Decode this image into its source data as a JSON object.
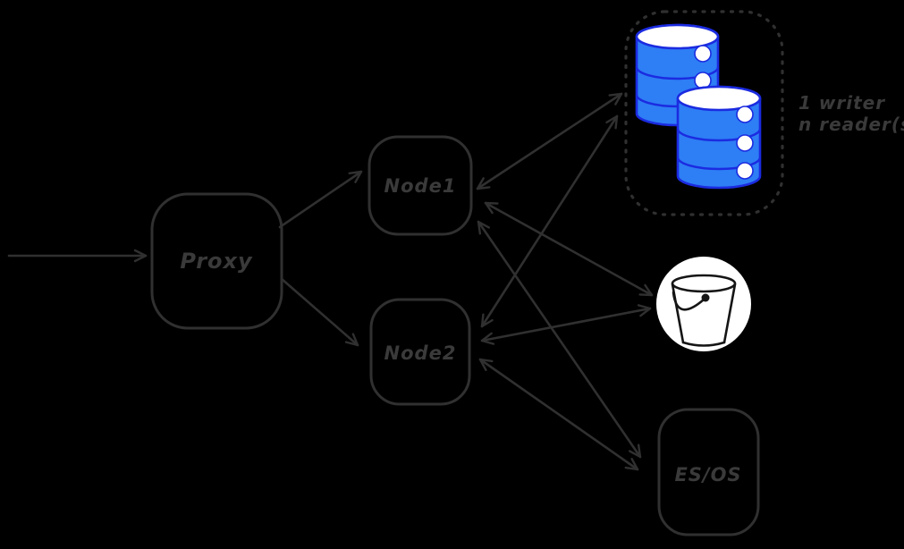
{
  "colors": {
    "background": "#000000",
    "stroke": "#303030",
    "text": "#3a3a3a",
    "db_fill": "#2e7ef5",
    "db_stroke": "#1b2be0",
    "bucket_bg": "#ffffff",
    "bucket_stroke": "#151515"
  },
  "nodes": {
    "proxy": {
      "label": "Proxy"
    },
    "node1": {
      "label": "Node1"
    },
    "node2": {
      "label": "Node2"
    },
    "esos": {
      "label": "ES/OS"
    },
    "db_cluster": {
      "annotation_line1": "1 writer",
      "annotation_line2": "n reader(s)"
    }
  },
  "icons": {
    "database_cluster": "database-cluster-icon",
    "bucket": "bucket-icon"
  },
  "edges": [
    {
      "from": "client",
      "to": "proxy",
      "direction": "one-way"
    },
    {
      "from": "proxy",
      "to": "node1",
      "direction": "one-way"
    },
    {
      "from": "proxy",
      "to": "node2",
      "direction": "one-way"
    },
    {
      "from": "node1",
      "to": "db_cluster",
      "direction": "two-way"
    },
    {
      "from": "node2",
      "to": "db_cluster",
      "direction": "two-way"
    },
    {
      "from": "node1",
      "to": "bucket",
      "direction": "two-way"
    },
    {
      "from": "node2",
      "to": "bucket",
      "direction": "two-way"
    },
    {
      "from": "node1",
      "to": "esos",
      "direction": "two-way"
    },
    {
      "from": "node2",
      "to": "esos",
      "direction": "two-way"
    }
  ]
}
